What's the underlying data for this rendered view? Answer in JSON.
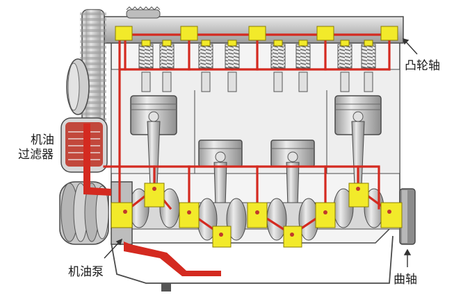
{
  "labels": {
    "camshaft": "凸轮轴",
    "oil_filter_line1": "机油",
    "oil_filter_line2": "过滤器",
    "oil_pump": "机油泵",
    "crankshaft": "曲轴"
  },
  "colors": {
    "oil": "#d42a20",
    "bearing": "#f2ea2a",
    "metal_light": "#dcdcdc",
    "metal_mid": "#b9b9b9",
    "metal_dark": "#7d7d7d",
    "outline": "#4a4a4a"
  }
}
